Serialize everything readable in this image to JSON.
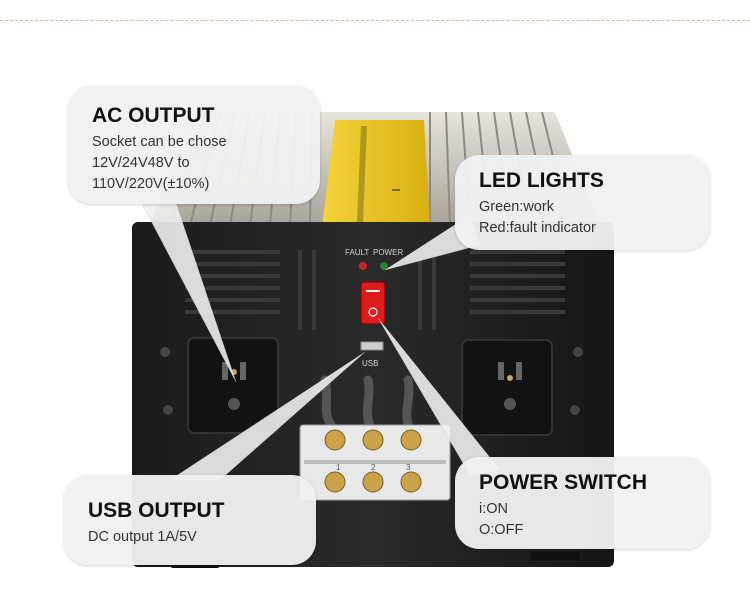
{
  "callouts": {
    "ac_output": {
      "title": "AC OUTPUT",
      "lines": [
        "Socket can be chose",
        "12V/24V48V to",
        "110V/220V(±10%)"
      ]
    },
    "led_lights": {
      "title": "LED LIGHTS",
      "lines": [
        "Green:work",
        "Red:fault indicator"
      ]
    },
    "usb_output": {
      "title": "USB OUTPUT",
      "lines": [
        "DC output 1A/5V"
      ]
    },
    "power_switch": {
      "title": "POWER SWITCH",
      "lines": [
        "i:ON",
        "O:OFF"
      ]
    }
  },
  "panel": {
    "fault_label": "FAULT",
    "power_label": "POWER",
    "usb_label": "USB",
    "terminal_numbers": [
      "1",
      "2",
      "3"
    ]
  },
  "colors": {
    "switch_red": "#e01b1b",
    "fault_led": "#c62828",
    "power_led": "#2e7d32",
    "label_gold": "#e8c21a"
  }
}
